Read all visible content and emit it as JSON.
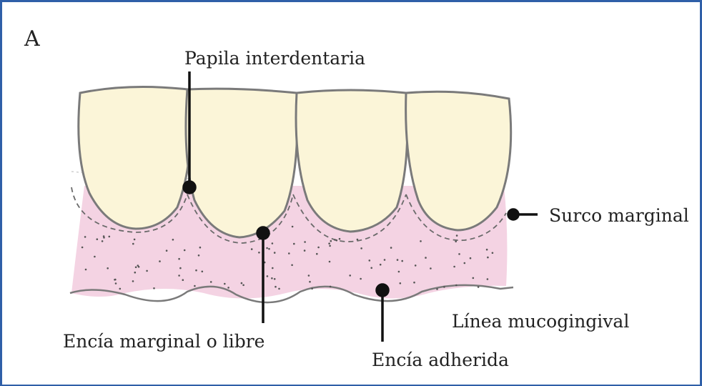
{
  "panel_label": "A",
  "labels": {
    "papila": "Papila interdentaria",
    "surco": "Surco marginal",
    "marginal": "Encía marginal o libre",
    "mucogingival": "Línea mucogingival",
    "adherida": "Encía adherida"
  },
  "colors": {
    "frame": "#2f5fa8",
    "tooth_fill": "#fbf5d8",
    "tooth_outline": "#7a7a7a",
    "gum_fill": "#f4d3e3",
    "stipple": "#555555",
    "pointer": "#111111"
  }
}
